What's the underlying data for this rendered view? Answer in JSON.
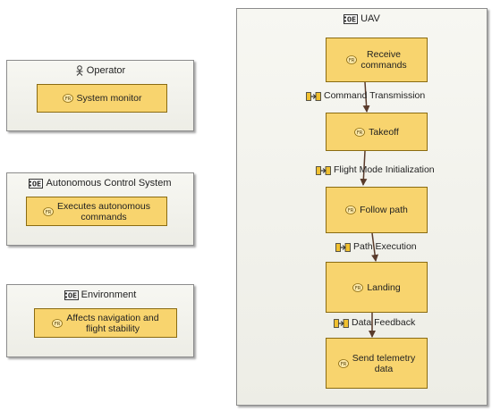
{
  "actors": {
    "operator": {
      "title": "Operator",
      "function": "System monitor"
    },
    "acs": {
      "title": "Autonomous Control System",
      "function": "Executes autonomous\ncommands"
    },
    "environment": {
      "title": "Environment",
      "function": "Affects navigation and\nflight stability"
    }
  },
  "uav": {
    "title": "UAV",
    "functions": [
      "Receive\ncommands",
      "Takeoff",
      "Follow path",
      "Landing",
      "Send telemetry\ndata"
    ],
    "exchanges": [
      "Command Transmission",
      "Flight Mode Initialization",
      "Path Execution",
      "Data Feedback"
    ]
  },
  "colors": {
    "function_fill": "#f8d46e",
    "function_border": "#8a6b12",
    "arrow": "#5a3b2b",
    "container_fill": "#f2f2ec"
  },
  "icons": {
    "actor": "stick-figure-icon",
    "component": "logical-component-icon",
    "function": "function-fr-icon",
    "exchange": "functional-exchange-icon"
  }
}
